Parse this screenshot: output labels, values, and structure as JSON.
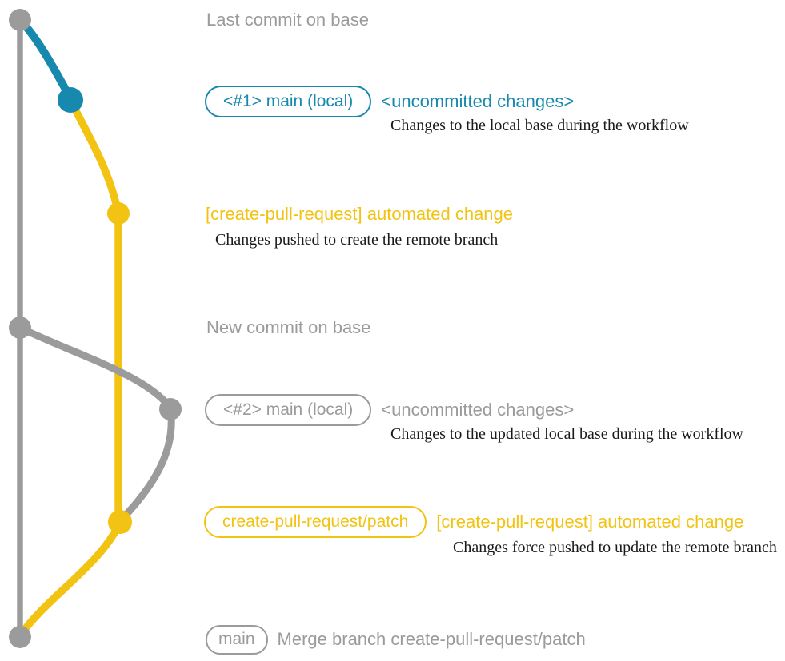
{
  "colors": {
    "base_gray": "#9b9b9b",
    "local_blue": "#1789ae",
    "pr_yellow": "#f2c312",
    "caption_black": "#1a1a1a"
  },
  "diagram": {
    "row_last_commit": "Last commit on base",
    "branch1_badge": "<#1> main (local)",
    "branch1_message": "<uncommitted changes>",
    "branch1_caption": "Changes to the local base during the workflow",
    "push1_message": "[create-pull-request] automated change",
    "push1_caption": "Changes pushed to create the remote branch",
    "row_new_commit": "New commit on base",
    "branch2_badge": "<#2> main (local)",
    "branch2_message": "<uncommitted changes>",
    "branch2_caption": "Changes to the updated local base during the workflow",
    "push2_badge": "create-pull-request/patch",
    "push2_message": "[create-pull-request] automated change",
    "push2_caption": "Changes force pushed to update the remote branch",
    "merge_badge": "main",
    "merge_message": "Merge branch create-pull-request/patch"
  }
}
